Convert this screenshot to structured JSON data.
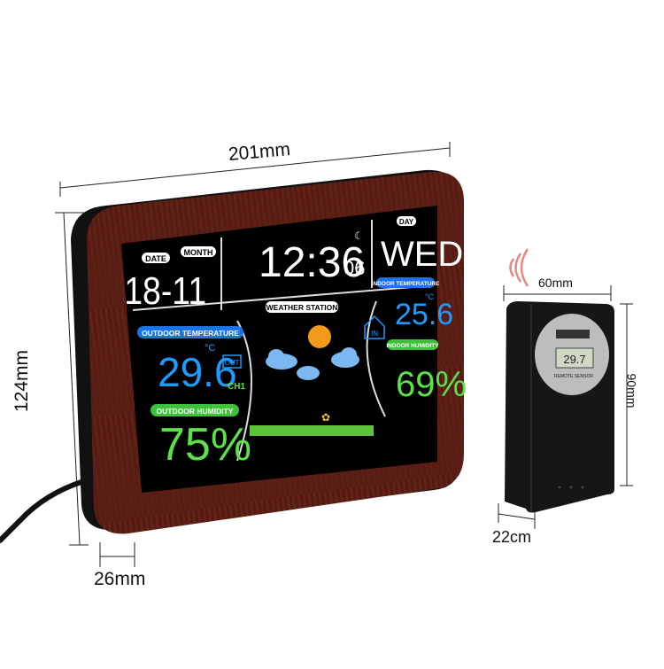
{
  "dimensions": {
    "width_label": "201mm",
    "height_label": "124mm",
    "depth_label": "26mm",
    "sensor_width_label": "60mm",
    "sensor_height_label": "90mm",
    "sensor_depth_label": "22cm"
  },
  "display": {
    "date_label": "DATE",
    "month_label": "MONTH",
    "date_value": "18-11",
    "time_value": "12:36",
    "seconds_value": "06",
    "day_label": "DAY",
    "day_value": "WED",
    "weather_station_label": "WEATHER STATION",
    "outdoor_temp_label": "OUTDOOR TEMPERATURE",
    "outdoor_temp_value": "29.6",
    "outdoor_unit": "°C",
    "out_badge": "OUT",
    "channel_label": "CH1",
    "outdoor_humidity_label": "OUTDOOR HUMIDITY",
    "outdoor_humidity_value": "75%",
    "indoor_temp_label": "INDOOR TEMPERATURE",
    "indoor_temp_value": "25.6",
    "indoor_unit": "°C",
    "in_badge": "IN",
    "indoor_humidity_label": "INDOOR HUMIDITY",
    "indoor_humidity_value": "69%"
  },
  "sensor": {
    "screen_value": "29.7",
    "label": "REMOTE SENSOR"
  },
  "colors": {
    "wood": "#5a1e14",
    "screen": "#000000",
    "blue_label": "#1a73e8",
    "green_label": "#3fc23b",
    "temp_blue": "#1e9bff",
    "humidity_green": "#5de04a"
  }
}
